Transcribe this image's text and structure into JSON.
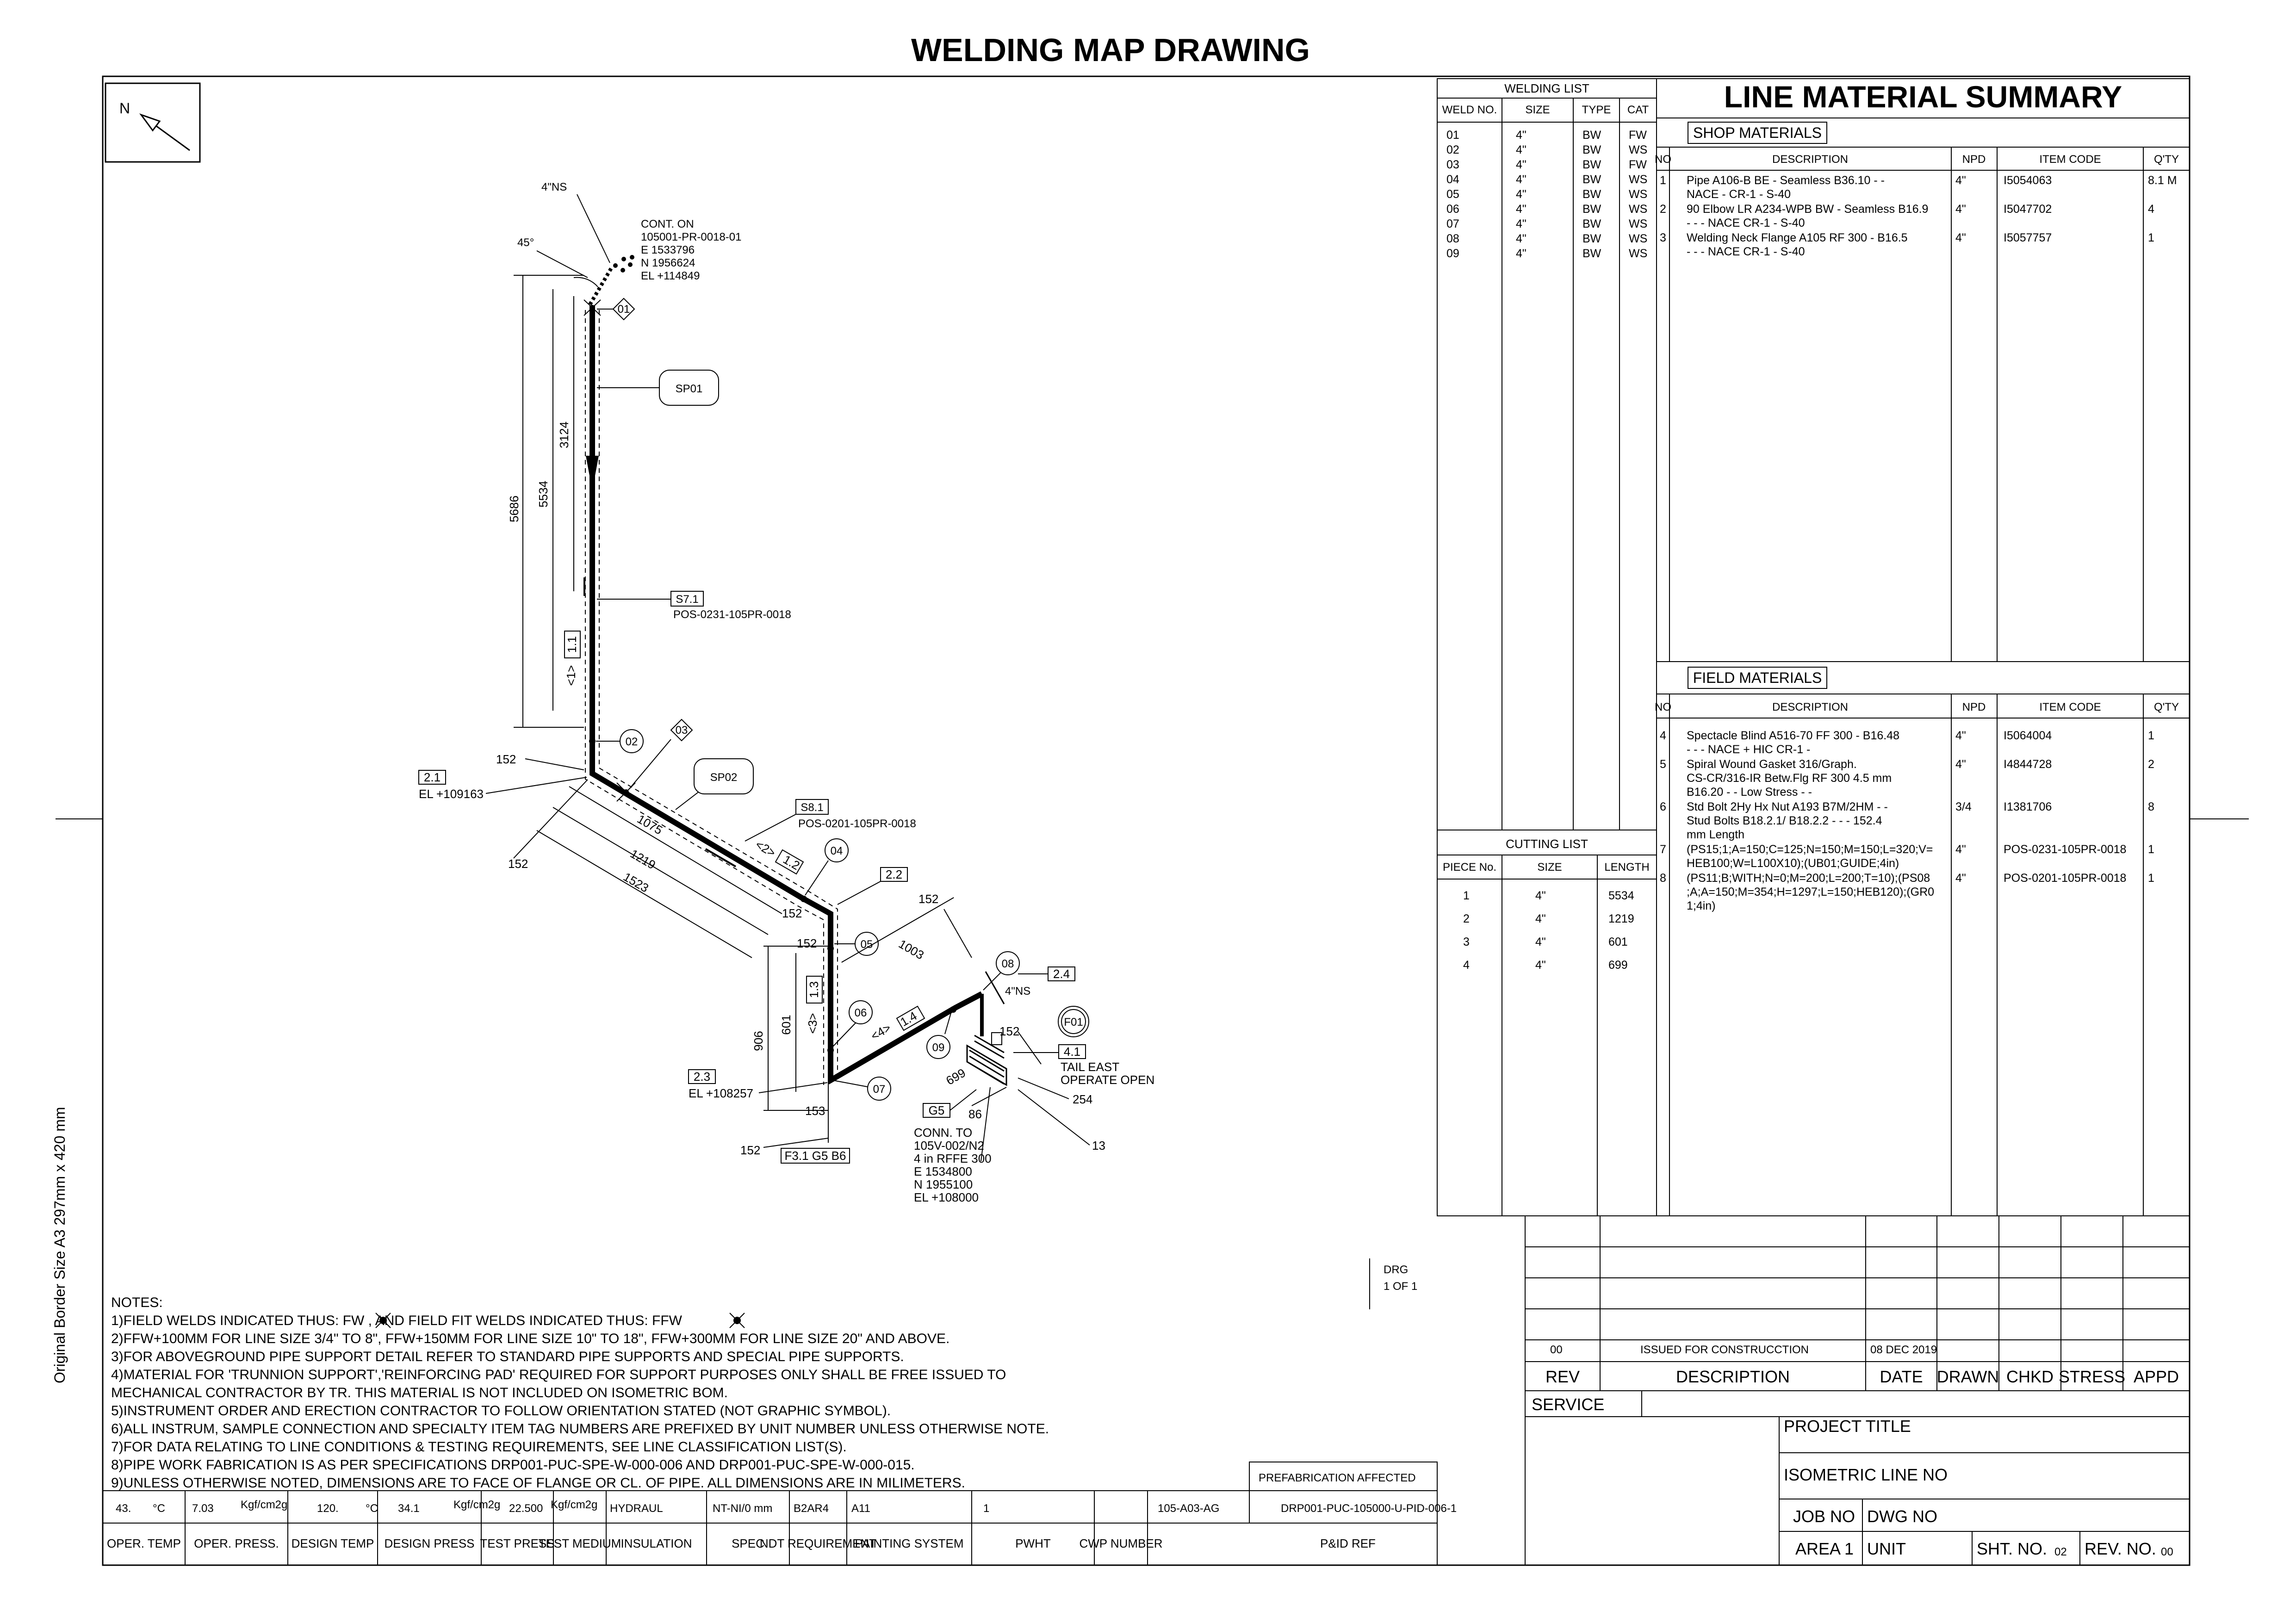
{
  "title": "WELDING MAP DRAWING",
  "north_label": "N",
  "side_note": "Original Border Size A3 297mm x 420 mm",
  "welding_list": {
    "title": "WELDING LIST",
    "headers": [
      "WELD NO.",
      "SIZE",
      "TYPE",
      "CAT"
    ],
    "rows": [
      [
        "01",
        "4\"",
        "BW",
        "FW"
      ],
      [
        "02",
        "4\"",
        "BW",
        "WS"
      ],
      [
        "03",
        "4\"",
        "BW",
        "FW"
      ],
      [
        "04",
        "4\"",
        "BW",
        "WS"
      ],
      [
        "05",
        "4\"",
        "BW",
        "WS"
      ],
      [
        "06",
        "4\"",
        "BW",
        "WS"
      ],
      [
        "07",
        "4\"",
        "BW",
        "WS"
      ],
      [
        "08",
        "4\"",
        "BW",
        "WS"
      ],
      [
        "09",
        "4\"",
        "BW",
        "WS"
      ]
    ]
  },
  "cutting_list": {
    "title": "CUTTING LIST",
    "headers": [
      "PIECE No.",
      "SIZE",
      "LENGTH"
    ],
    "rows": [
      [
        "1",
        "4\"",
        "5534"
      ],
      [
        "2",
        "4\"",
        "1219"
      ],
      [
        "3",
        "4\"",
        "601"
      ],
      [
        "4",
        "4\"",
        "699"
      ]
    ]
  },
  "lms": {
    "title": "LINE MATERIAL SUMMARY",
    "shop_label": "SHOP MATERIALS",
    "field_label": "FIELD MATERIALS",
    "headers": [
      "NO",
      "DESCRIPTION",
      "NPD",
      "ITEM CODE",
      "Q'TY"
    ],
    "shop": [
      {
        "no": "1",
        "desc": [
          "Pipe A106-B BE - Seamless B36.10 - -",
          "NACE - CR-1 -   S-40"
        ],
        "npd": "4\"",
        "code": "I5054063",
        "qty": "8.1 M"
      },
      {
        "no": "2",
        "desc": [
          "90 Elbow LR A234-WPB BW - Seamless B16.9",
          "- - - NACE CR-1 -   S-40"
        ],
        "npd": "4\"",
        "code": "I5047702",
        "qty": "4"
      },
      {
        "no": "3",
        "desc": [
          "Welding Neck Flange A105 RF 300 - B16.5",
          "- - - NACE CR-1 -   S-40"
        ],
        "npd": "4\"",
        "code": "I5057757",
        "qty": "1"
      }
    ],
    "field": [
      {
        "no": "4",
        "desc": [
          "Spectacle Blind A516-70 FF 300 - B16.48",
          "- - - NACE + HIC CR-1 -"
        ],
        "npd": "4\"",
        "code": "I5064004",
        "qty": "1"
      },
      {
        "no": "5",
        "desc": [
          "Spiral Wound Gasket 316/Graph.",
          "CS-CR/316-IR Betw.Flg RF 300 4.5 mm",
          "B16.20 - - Low Stress - -"
        ],
        "npd": "4\"",
        "code": "I4844728",
        "qty": "2"
      },
      {
        "no": "6",
        "desc": [
          "Std Bolt 2Hy Hx Nut A193 B7M/2HM - -",
          "Stud Bolts B18.2.1/ B18.2.2 - - -  152.4",
          "mm Length"
        ],
        "npd": "3/4",
        "code": "I1381706",
        "qty": "8"
      },
      {
        "no": "7",
        "desc": [
          "(PS15;1;A=150;C=125;N=150;M=150;L=320;V=",
          "HEB100;W=L100X10);(UB01;GUIDE;4in)"
        ],
        "npd": "4\"",
        "code": "POS-0231-105PR-0018",
        "qty": "1"
      },
      {
        "no": "8",
        "desc": [
          "(PS11;B;WITH;N=0;M=200;L=200;T=10);(PS08",
          ";A;A=150;M=354;H=1297;L=150;HEB120);(GR0",
          "1;4in)"
        ],
        "npd": "4\"",
        "code": "POS-0201-105PR-0018",
        "qty": "1"
      }
    ]
  },
  "drawing": {
    "top_ns": "4\"NS",
    "angle": "45°",
    "cont_on": [
      "CONT. ON",
      "105001-PR-0018-01",
      "E 1533796",
      "N 1956624",
      "EL +114849"
    ],
    "welds": [
      "01",
      "02",
      "03",
      "04",
      "05",
      "06",
      "07",
      "08",
      "09"
    ],
    "supports": [
      "SP01",
      "SP02"
    ],
    "s71": "S7.1",
    "s71_ref": "POS-0231-105PR-0018",
    "s81": "S8.1",
    "s81_ref": "POS-0201-105PR-0018",
    "dim_5686": "5686",
    "dim_5534": "5534",
    "dim_3124": "3124",
    "piece_1": "<1>",
    "tag_11": "1.1",
    "tag_12": "1.2",
    "tag_13": "1.3",
    "tag_14": "1.4",
    "piece_2": "<2>",
    "piece_3": "<3>",
    "piece_4": "<4>",
    "tag_21": "2.1",
    "el_21": "EL +109163",
    "tag_22": "2.2",
    "tag_23": "2.3",
    "el_23": "EL +108257",
    "tag_24": "2.4",
    "tag_41": "4.1",
    "dim_152": "152",
    "dim_1075": "1075",
    "dim_1219": "1219",
    "dim_1523": "1523",
    "dim_1003": "1003",
    "dim_906": "906",
    "dim_601": "601",
    "dim_699": "699",
    "dim_153": "153",
    "dim_86": "86",
    "dim_254": "254",
    "dim_13": "13",
    "ns_2": "4\"NS",
    "f01": "F01",
    "tail": [
      "TAIL EAST",
      "OPERATE OPEN"
    ],
    "g5": "G5",
    "f31": "F3.1 G5 B6",
    "conn": [
      "CONN. TO",
      "105V-002/N2",
      "4 in RFFE 300",
      "E 1534800",
      "N 1955100",
      "EL +108000"
    ]
  },
  "drg": [
    "DRG",
    "1 OF 1"
  ],
  "notes": {
    "title": "NOTES:",
    "lines": [
      "1)FIELD WELDS INDICATED THUS: FW        , AND FIELD FIT WELDS INDICATED THUS: FFW",
      "2)FFW+100MM FOR LINE SIZE 3/4\" TO 8\", FFW+150MM FOR LINE SIZE 10\" TO 18\", FFW+300MM FOR LINE SIZE 20\" AND ABOVE.",
      "3)FOR ABOVEGROUND PIPE SUPPORT DETAIL REFER TO STANDARD PIPE SUPPORTS AND SPECIAL PIPE SUPPORTS.",
      "4)MATERIAL FOR 'TRUNNION SUPPORT','REINFORCING PAD' REQUIRED FOR SUPPORT PURPOSES ONLY SHALL BE FREE ISSUED TO",
      "   MECHANICAL CONTRACTOR BY TR. THIS MATERIAL IS NOT INCLUDED ON ISOMETRIC BOM.",
      "5)INSTRUMENT ORDER AND ERECTION CONTRACTOR TO FOLLOW ORIENTATION STATED (NOT GRAPHIC SYMBOL).",
      "6)ALL INSTRUM, SAMPLE CONNECTION AND SPECIALTY ITEM TAG NUMBERS ARE PREFIXED BY UNIT NUMBER UNLESS OTHERWISE NOTE.",
      "7)FOR DATA RELATING TO LINE CONDITIONS & TESTING REQUIREMENTS, SEE LINE CLASSIFICATION LIST(S).",
      "8)PIPE WORK FABRICATION IS AS PER SPECIFICATIONS DRP001-PUC-SPE-W-000-006 AND DRP001-PUC-SPE-W-000-015.",
      "9)UNLESS OTHERWISE NOTED, DIMENSIONS ARE TO FACE OF FLANGE OR CL. OF PIPE. ALL DIMENSIONS ARE IN MILIMETERS."
    ]
  },
  "prefab": "PREFABRICATION AFFECTED",
  "line_data": {
    "values": {
      "oper_temp": "43.",
      "oper_temp_unit": "°C",
      "oper_press": "7.03",
      "oper_press_unit": "Kgf/cm2g",
      "design_temp": "120.",
      "design_temp_unit": "°C",
      "design_press": "34.1",
      "design_press_unit": "Kgf/cm2g",
      "test_press": "22.500",
      "test_press_unit": "Kgf/cm2g",
      "test_medium": "HYDRAUL",
      "insulation": "NT-NI/0 mm",
      "spec": "B2AR4",
      "ndt": "A11",
      "painting": "1",
      "pwht": "",
      "cwp": "105-A03-AG",
      "pid": "DRP001-PUC-105000-U-PID-006-1"
    },
    "labels": [
      "OPER. TEMP",
      "OPER. PRESS.",
      "DESIGN TEMP",
      "DESIGN PRESS",
      "TEST PRESS",
      "TEST MEDIUM",
      "INSULATION",
      "SPEC",
      "NDT REQUIREMENT",
      "PAINTING SYSTEM",
      "PWHT",
      "CWP NUMBER",
      "P&ID REF"
    ]
  },
  "revision": {
    "rev": "00",
    "desc": "ISSUED FOR CONSTRUCCTION",
    "date": "08 DEC 2019",
    "headers": [
      "REV",
      "DESCRIPTION",
      "DATE",
      "DRAWN",
      "CHKD",
      "STRESS",
      "APPD"
    ]
  },
  "title_block": {
    "service": "SERVICE",
    "project_title": "PROJECT TITLE",
    "iso_line": "ISOMETRIC LINE NO",
    "job_no": "JOB NO",
    "dwg_no": "DWG NO",
    "area": "AREA 1",
    "unit": "UNIT",
    "sht_no": "SHT. NO.",
    "sht_val": "02",
    "rev_no": "REV. NO.",
    "rev_val": "00"
  }
}
